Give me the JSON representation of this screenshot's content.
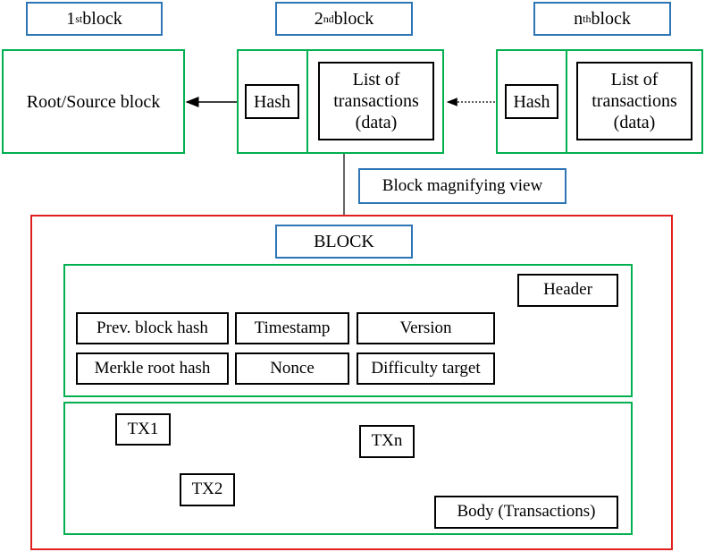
{
  "chain": {
    "labels": {
      "first": {
        "pre": "1",
        "sup": "st",
        "post": " block"
      },
      "second": {
        "pre": "2",
        "sup": "nd",
        "post": " block"
      },
      "nth": {
        "pre": "n",
        "sup": "th",
        "post": " block"
      }
    },
    "root_block": "Root/Source block",
    "hash": "Hash",
    "transactions_line1": "List of",
    "transactions_line2": "transactions",
    "transactions_line3": "(data)"
  },
  "magnify_label": "Block magnifying view",
  "block": {
    "title": "BLOCK",
    "header": {
      "label": "Header",
      "fields": [
        "Prev. block hash",
        "Timestamp",
        "Version",
        "Merkle root hash",
        "Nonce",
        "Difficulty target"
      ]
    },
    "body": {
      "label": "Body (Transactions)",
      "transactions": [
        "TX1",
        "TX2",
        "TXn"
      ]
    }
  },
  "colors": {
    "blue_border": "#2e75b6",
    "green_border": "#00b050",
    "red_border": "#e02020"
  }
}
